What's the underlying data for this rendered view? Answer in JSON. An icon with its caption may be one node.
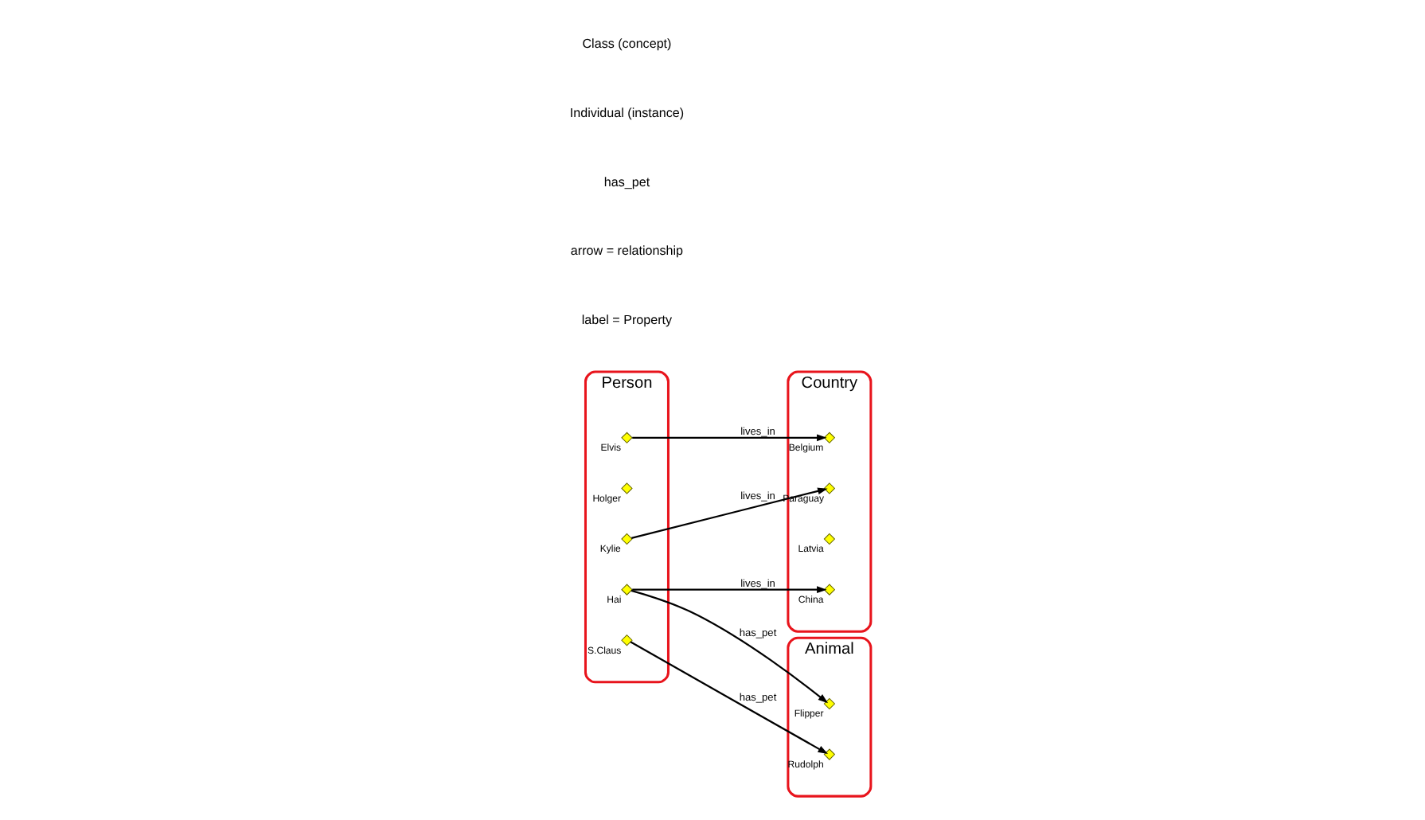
{
  "diagram": {
    "nodes": [
      {
        "text": [
          "Person"
        ]
      },
      {
        "text": [],
        "shape": "diamond",
        "beside": [
          "Elvis"
        ],
        "in": 0
      },
      {
        "text": [],
        "shape": "diamond",
        "beside": [
          "Holger"
        ],
        "in": 0
      },
      {
        "text": [],
        "shape": "diamond",
        "beside": [
          "Kylie"
        ],
        "in": 0
      },
      {
        "text": [],
        "shape": "diamond",
        "beside": [
          "S.Claus"
        ],
        "in": 0
      },
      {
        "text": [],
        "shape": "diamond",
        "beside": [
          "Hai"
        ],
        "in": 0
      },
      {
        "text": [
          "Country"
        ]
      },
      {
        "text": [],
        "shape": "diamond",
        "beside": [
          "Belgium"
        ],
        "in": 6
      },
      {
        "text": [],
        "shape": "diamond",
        "beside": [
          "Paraguay"
        ],
        "in": 6
      },
      {
        "text": [],
        "shape": "diamond",
        "beside": [
          "Latvia"
        ],
        "in": 6
      },
      {
        "text": [],
        "shape": "diamond",
        "beside": [
          "China"
        ],
        "in": 6
      },
      {
        "text": [
          "Animal"
        ]
      },
      {
        "text": [],
        "shape": "diamond",
        "beside": [
          "Flipper"
        ],
        "in": 11
      },
      {
        "text": [],
        "shape": "diamond",
        "beside": [
          "Rudolph"
        ],
        "in": 11
      }
    ],
    "edges": [
      {
        "from": 1,
        "to": 7,
        "arrow": "to",
        "label": "lives_in"
      },
      {
        "from": 3,
        "to": 8,
        "arrow": "to",
        "label": "lives_in"
      },
      {
        "from": 5,
        "to": 10,
        "arrow": "to",
        "label": "lives_in"
      },
      {
        "from": 5,
        "to": 12,
        "arrow": "to",
        "label": "has_pet"
      },
      {
        "from": 4,
        "to": 13,
        "arrow": "to",
        "label": "has_pet"
      }
    ],
    "labels": [
      "has_pet",
      "arrow = relationship",
      "label = Property"
    ],
    "legend": [
      {
        "text": "Class (concept)"
      },
      {
        "text": "Individual (instance)"
      }
    ]
  }
}
